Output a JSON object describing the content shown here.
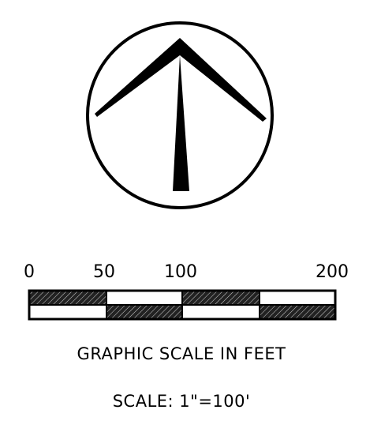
{
  "north_arrow": {
    "icon": "north-arrow-icon"
  },
  "graphic_scale": {
    "tick_labels": [
      "0",
      "50",
      "100",
      "200"
    ],
    "units": "GRAPHIC SCALE IN FEET",
    "ratio": "SCALE:  1\"=100'",
    "colors": {
      "ink": "#000000",
      "paper": "#ffffff"
    }
  }
}
